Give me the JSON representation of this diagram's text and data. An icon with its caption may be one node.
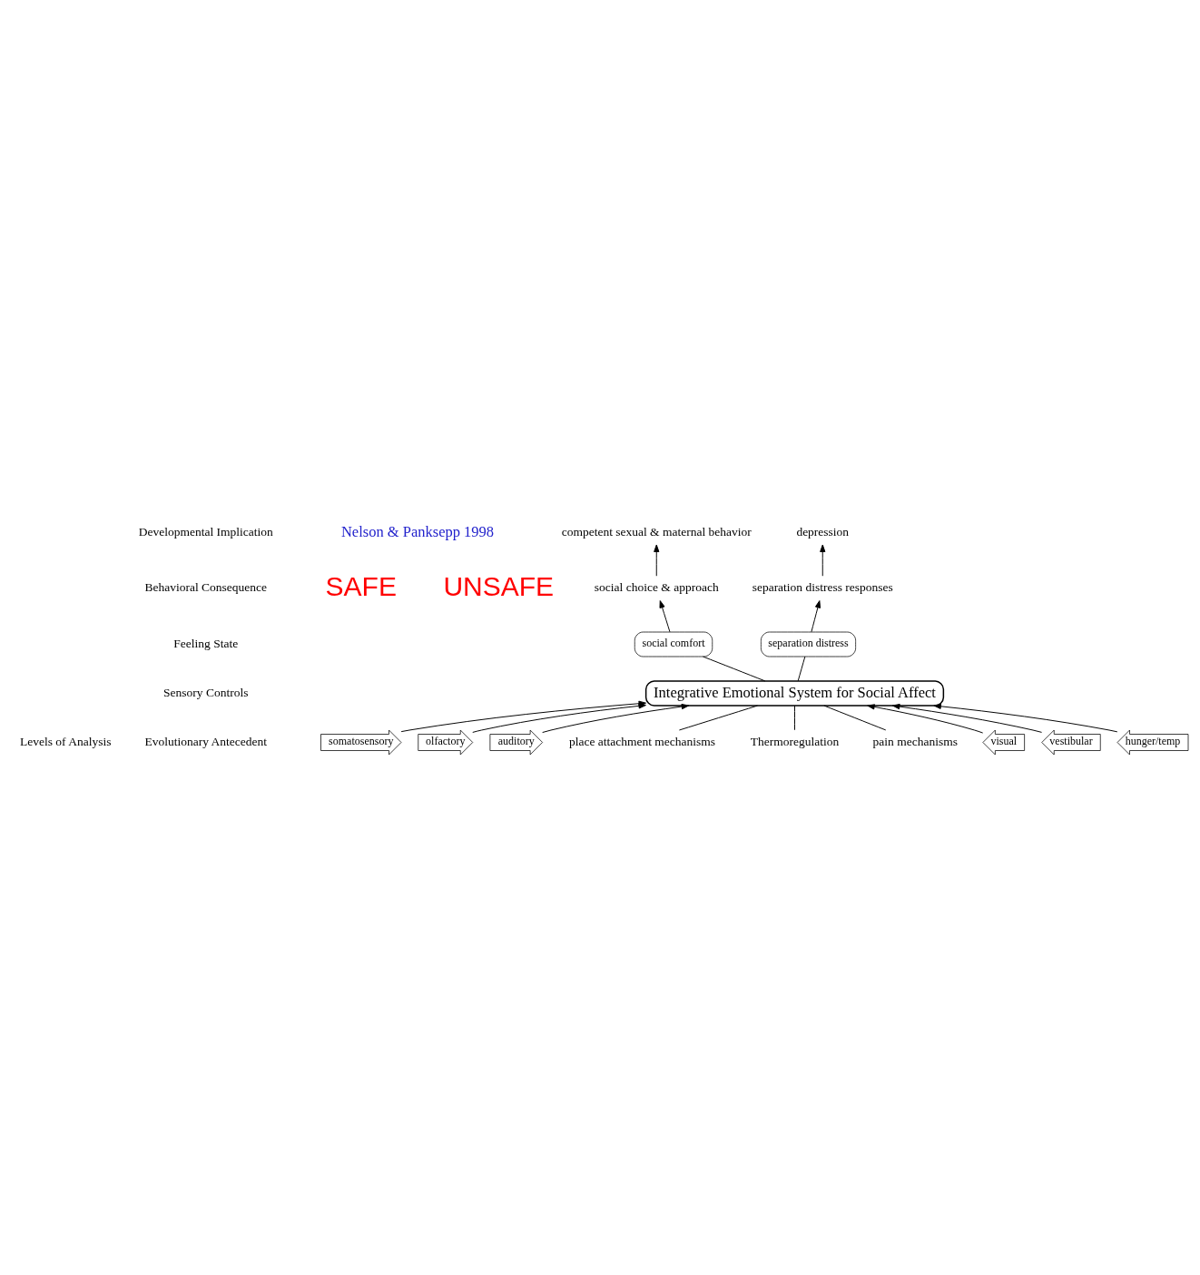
{
  "diagram": {
    "nodes": [
      {
        "text": [
          "Integrative Emotional System for Social Affect"
        ]
      },
      {
        "text": [
          "social comfort"
        ]
      },
      {
        "text": [
          "separation distress"
        ]
      },
      {
        "text": [
          "social choice & approach"
        ]
      },
      {
        "text": [
          "competent sexual & maternal behavior"
        ]
      },
      {
        "text": [
          "separation distress responses"
        ]
      },
      {
        "text": [
          "depression"
        ]
      },
      {
        "text": [
          "somatosensory"
        ]
      },
      {
        "text": [
          "olfactory"
        ]
      },
      {
        "text": [
          "auditory"
        ]
      },
      {
        "text": [
          "visual"
        ]
      },
      {
        "text": [
          "vestibular"
        ]
      },
      {
        "text": [
          "hunger/temp"
        ]
      },
      {
        "text": [
          "place attachment mechanisms"
        ]
      },
      {
        "text": [
          "Thermoregulation"
        ]
      },
      {
        "text": [
          "pain mechanisms"
        ]
      }
    ],
    "edges": [
      {
        "from": 0,
        "to": 1,
        "arrow": "none"
      },
      {
        "from": 0,
        "to": 2,
        "arrow": "none"
      },
      {
        "from": 1,
        "to": 3,
        "arrow": "to"
      },
      {
        "from": 2,
        "to": 5,
        "arrow": "to"
      },
      {
        "from": 3,
        "to": 4,
        "arrow": "to"
      },
      {
        "from": 5,
        "to": 6,
        "arrow": "to"
      },
      {
        "from": 7,
        "to": 0,
        "arrow": "to"
      },
      {
        "from": 8,
        "to": 0,
        "arrow": "to"
      },
      {
        "from": 9,
        "to": 0,
        "arrow": "to"
      },
      {
        "from": 10,
        "to": 0,
        "arrow": "to"
      },
      {
        "from": 11,
        "to": 0,
        "arrow": "to"
      },
      {
        "from": 12,
        "to": 0,
        "arrow": "to"
      },
      {
        "from": 13,
        "to": 0,
        "arrow": "none"
      },
      {
        "from": 14,
        "to": 0,
        "arrow": "none"
      },
      {
        "from": 15,
        "to": 0,
        "arrow": "none"
      }
    ],
    "labels": [
      "Levels of Analysis",
      "Developmental Implication",
      "Behavioral Consequence",
      "Feeling State",
      "Sensory Controls",
      "Evolutionary Antecedent",
      "Nelson & Panksepp 1998",
      "SAFE",
      "UNSAFE"
    ]
  }
}
